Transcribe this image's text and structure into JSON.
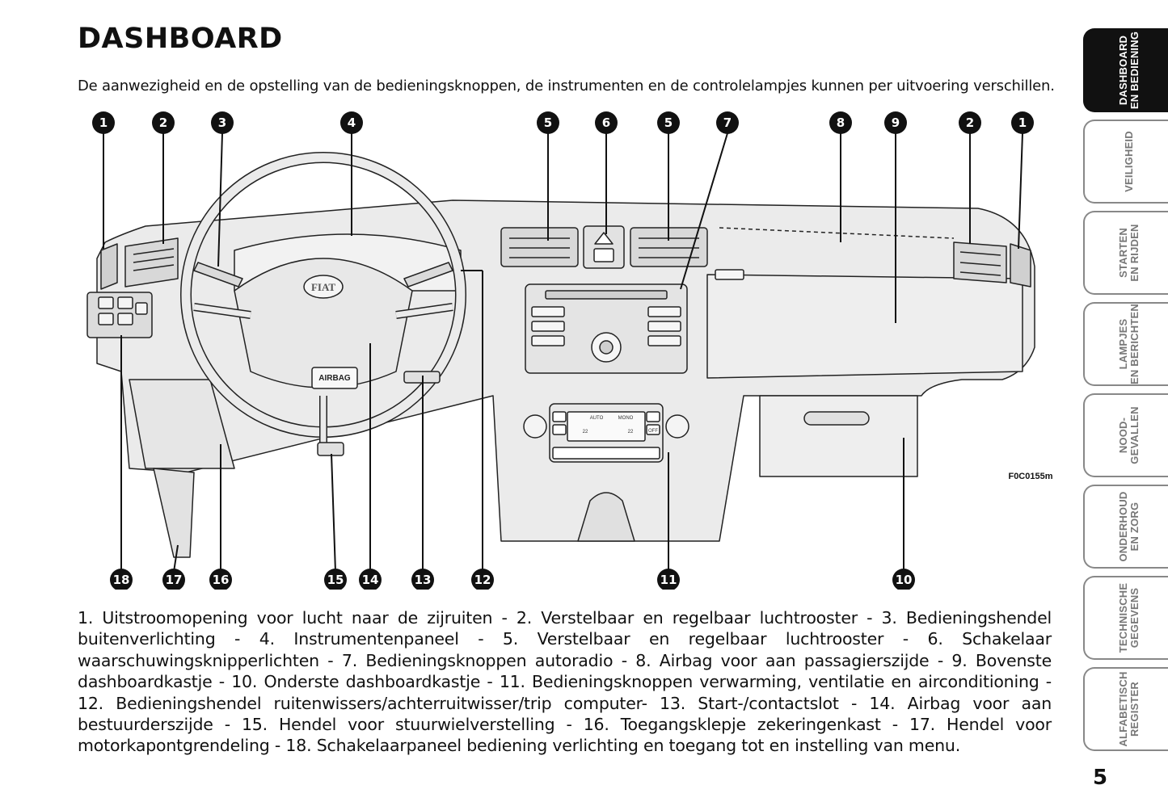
{
  "page": {
    "title": "DASHBOARD",
    "intro": "De aanwezigheid en de opstelling van de bedieningsknoppen, de instrumenten en de controlelampjes kunnen per uitvoering verschillen.",
    "figure_code": "F0C0155m",
    "page_number": "5"
  },
  "figure": {
    "airbag_label": "AIRBAG",
    "logo_text": "FIAT",
    "ac_labels": {
      "auto": "AUTO",
      "mono": "MONO",
      "temp_left": "22",
      "temp_right": "22",
      "off": "OFF"
    },
    "callouts_top": [
      "1",
      "2",
      "3",
      "4",
      "5",
      "6",
      "5",
      "7",
      "8",
      "9",
      "2",
      "1"
    ],
    "callouts_bottom": [
      "18",
      "17",
      "16",
      "15",
      "14",
      "13",
      "12",
      "11",
      "10"
    ]
  },
  "legend": "1. Uitstroomopening voor lucht naar de zijruiten - 2. Verstelbaar en regelbaar luchtrooster - 3. Bedieningshendel buitenverlichting - 4. Instrumentenpaneel - 5. Verstelbaar en regelbaar luchtrooster - 6. Schakelaar waarschuwingsknipperlichten - 7. Bedieningsknoppen autoradio - 8. Airbag voor aan passagierszijde - 9. Bovenste dashboardkastje - 10. Onderste dashboardkastje - 11. Bedieningsknoppen verwarming, ventilatie en airconditioning - 12. Bedieningshendel ruitenwissers/achterruitwisser/trip computer- 13. Start-/contactslot - 14. Airbag voor aan bestuurderszijde - 15. Hendel voor stuurwielverstelling - 16. Toegangsklepje zekeringenkast - 17. Hendel voor motorkapontgrendeling - 18. Schakelaarpaneel bediening verlichting en toegang tot en instelling van menu.",
  "side_tabs": [
    {
      "label": "DASHBOARD\nEN BEDIENING",
      "active": true
    },
    {
      "label": "VEILIGHEID",
      "active": false
    },
    {
      "label": "STARTEN\nEN RIJDEN",
      "active": false
    },
    {
      "label": "LAMPJES\nEN BERICHTEN",
      "active": false
    },
    {
      "label": "NOOD-\nGEVALLEN",
      "active": false
    },
    {
      "label": "ONDERHOUD\nEN ZORG",
      "active": false
    },
    {
      "label": "TECHNISCHE\nGEGEVENS",
      "active": false
    },
    {
      "label": "ALFABETISCH\nREGISTER",
      "active": false
    }
  ],
  "colors": {
    "tab_active": "#111111",
    "tab_border": "#888888",
    "drawing_fill": "#ebebeb",
    "drawing_line": "#222222"
  }
}
